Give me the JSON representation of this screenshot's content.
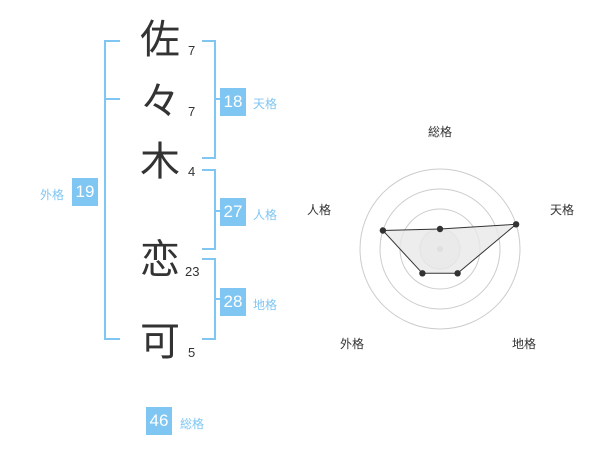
{
  "name_chars": [
    {
      "char": "佐",
      "strokes": "7"
    },
    {
      "char": "々",
      "strokes": "7"
    },
    {
      "char": "木",
      "strokes": "4"
    },
    {
      "char": "恋",
      "strokes": "23"
    },
    {
      "char": "可",
      "strokes": "5"
    }
  ],
  "scores": {
    "tenkaku": {
      "value": "18",
      "label": "天格"
    },
    "jinkaku": {
      "value": "27",
      "label": "人格"
    },
    "chikaku": {
      "value": "28",
      "label": "地格"
    },
    "gaikaku": {
      "value": "19",
      "label": "外格"
    },
    "soukaku": {
      "value": "46",
      "label": "総格"
    }
  },
  "chart_data": {
    "type": "radar",
    "axes": [
      "総格",
      "天格",
      "地格",
      "外格",
      "人格"
    ],
    "levels": 4,
    "values": [
      1,
      4,
      1.5,
      1.5,
      3
    ],
    "max": 4,
    "colors": {
      "line": "#333333",
      "fill": "#e8e8e8",
      "grid": "#cccccc",
      "accent": "#7fc6f3"
    }
  }
}
